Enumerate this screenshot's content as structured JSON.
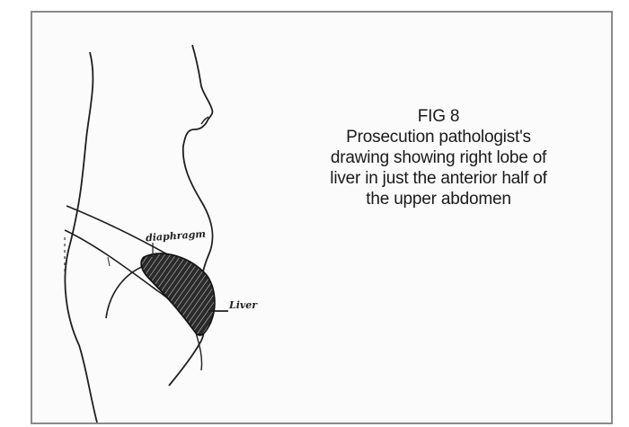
{
  "figure": {
    "caption_lines": [
      "FIG 8",
      "Prosecution pathologist's",
      "drawing showing right lobe of",
      "liver in just the anterior half of",
      "the upper abdomen"
    ],
    "labels": {
      "diaphragm": "diaphragm",
      "liver": "Liver"
    }
  }
}
